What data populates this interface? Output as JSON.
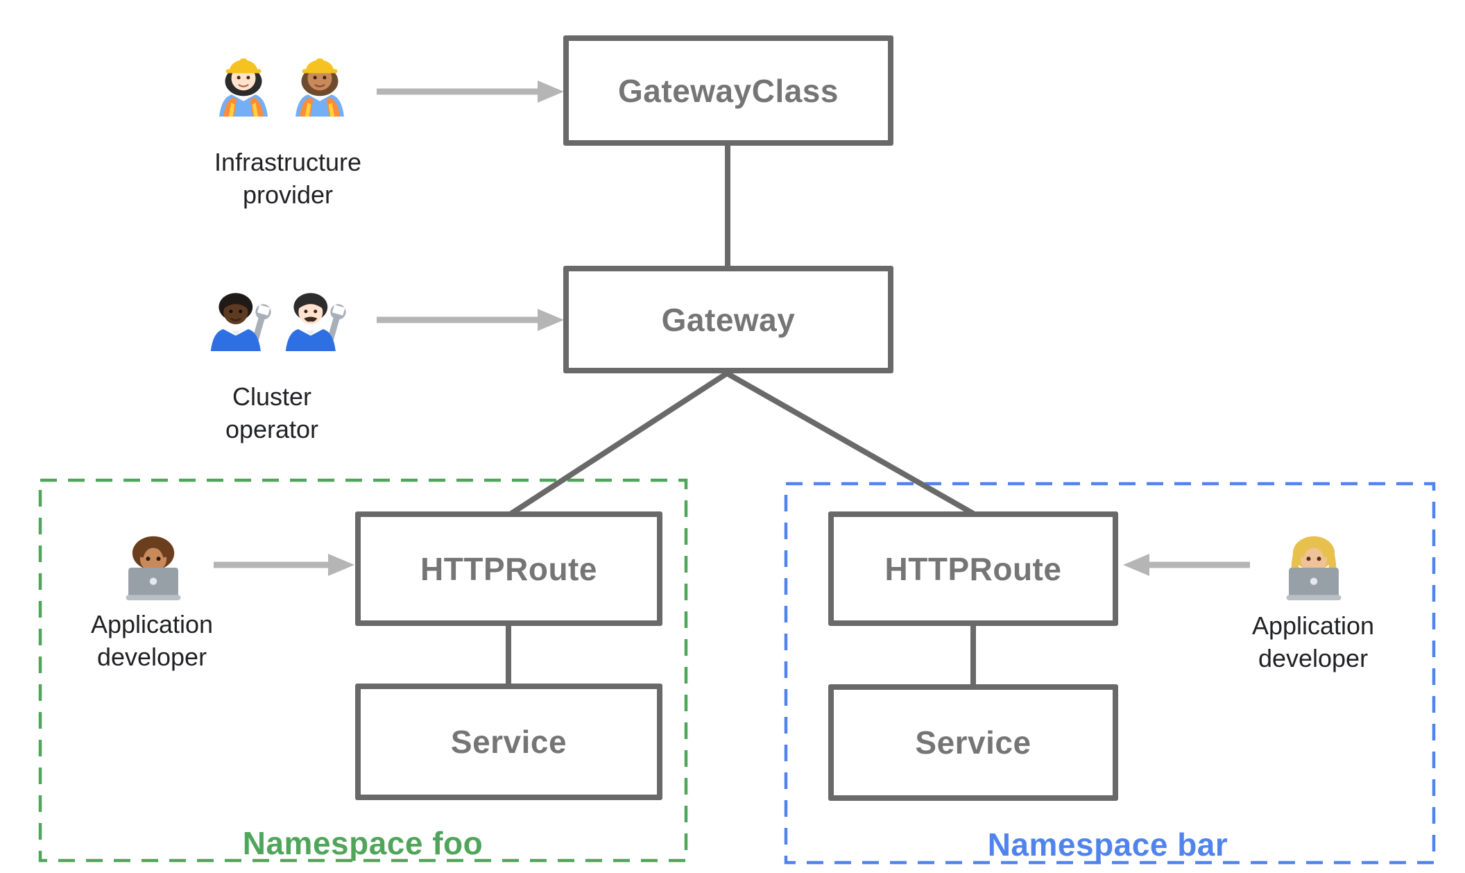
{
  "diagram": {
    "nodes": {
      "gatewayclass": {
        "label": "GatewayClass"
      },
      "gateway": {
        "label": "Gateway"
      },
      "httproute_foo": {
        "label": "HTTPRoute"
      },
      "service_foo": {
        "label": "Service"
      },
      "httproute_bar": {
        "label": "HTTPRoute"
      },
      "service_bar": {
        "label": "Service"
      }
    },
    "personas": {
      "infrastructure_provider": {
        "line1": "Infrastructure",
        "line2": "provider",
        "icons": [
          "woman-construction-worker-light-icon",
          "woman-construction-worker-medium-icon"
        ]
      },
      "cluster_operator": {
        "line1": "Cluster",
        "line2": "operator",
        "icons": [
          "mechanic-dark-icon",
          "man-mechanic-light-icon"
        ]
      },
      "app_developer_foo": {
        "line1": "Application",
        "line2": "developer",
        "icons": [
          "man-technologist-icon"
        ]
      },
      "app_developer_bar": {
        "line1": "Application",
        "line2": "developer",
        "icons": [
          "woman-technologist-icon"
        ]
      }
    },
    "namespaces": {
      "foo": {
        "label": "Namespace foo",
        "color": "#4FA55A"
      },
      "bar": {
        "label": "Namespace bar",
        "color": "#5083EC"
      }
    },
    "colors": {
      "node_border": "#696969",
      "node_text": "#757575",
      "connector": "#696969",
      "arrow": "#B5B5B5",
      "persona_text": "#202124"
    }
  }
}
